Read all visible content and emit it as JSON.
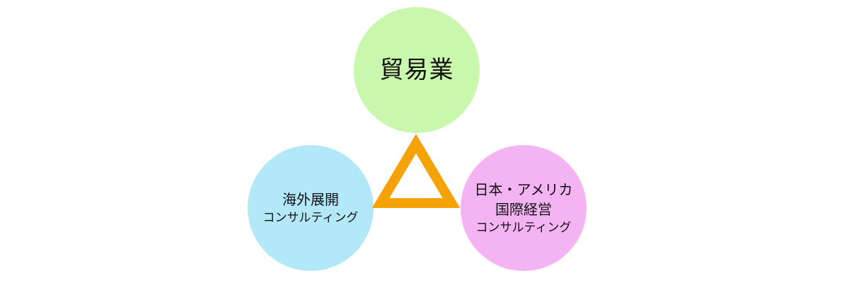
{
  "colors": {
    "top_circle": "#c9f7ad",
    "left_circle": "#b3e8f9",
    "right_circle": "#f4b3f3",
    "triangle": "#f5a207"
  },
  "diagram": {
    "top": {
      "line1": "貿易業"
    },
    "left": {
      "line1": "海外展開",
      "line2": "コンサルティング"
    },
    "right": {
      "line1": "日本・アメリカ",
      "line2": "国際経営",
      "line3": "コンサルティング"
    }
  }
}
